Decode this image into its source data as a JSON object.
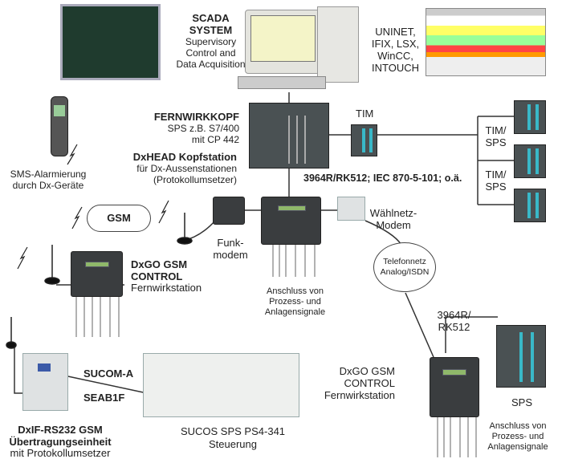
{
  "scada": {
    "title_line1": "SCADA",
    "title_line2": "SYSTEM",
    "desc_line1": "Supervisory",
    "desc_line2": "Control and",
    "desc_line3": "Data Acquisition"
  },
  "software": {
    "line1": "UNINET,",
    "line2": "IFIX, LSX,",
    "line3": "WinCC,",
    "line4": "INTOUCH"
  },
  "sms": {
    "line1": "SMS-Alarmierung",
    "line2": "durch Dx-Geräte"
  },
  "fernwirkkopf": {
    "title": "FERNWIRKKOPF",
    "line1": "SPS z.B. S7/400",
    "line2": "mit CP 442"
  },
  "dxhead": {
    "title": "DxHEAD Kopfstation",
    "line1": "für Dx-Aussenstationen",
    "line2": "(Protokollumsetzer)"
  },
  "tim": {
    "label": "TIM"
  },
  "tim_sps": [
    {
      "line1": "TIM/",
      "line2": "SPS"
    },
    {
      "line1": "TIM/",
      "line2": "SPS"
    }
  ],
  "protocol": {
    "label": "3964R/RK512; IEC 870-5-101; o.ä."
  },
  "gsm": {
    "label": "GSM"
  },
  "funkmodem": {
    "line1": "Funk-",
    "line2": "modem"
  },
  "waehlnetz": {
    "line1": "Wählnetz-",
    "line2": "Modem"
  },
  "telefonnetz": {
    "line1": "Telefonnetz",
    "line2": "Analog/ISDN"
  },
  "dxgo_left": {
    "line1": "DxGO GSM",
    "line2": "CONTROL",
    "line3": "Fernwirkstation"
  },
  "signals_mid": {
    "line1": "Anschluss von",
    "line2": "Prozess- und",
    "line3": "Anlagensignale"
  },
  "rk512": {
    "line1": "3964R/",
    "line2": "RK512"
  },
  "dxgo_right": {
    "line1": "DxGO GSM",
    "line2": "CONTROL",
    "line3": "Fernwirkstation"
  },
  "sps": {
    "label": "SPS"
  },
  "signals_right": {
    "line1": "Anschluss von",
    "line2": "Prozess- und",
    "line3": "Anlagensignale"
  },
  "sucom": {
    "label1": "SUCOM-A",
    "label2": "SEAB1F"
  },
  "sucos": {
    "line1": "SUCOS SPS PS4-341",
    "line2": "Steuerung"
  },
  "dxif": {
    "line1": "DxIF-RS232 GSM",
    "line2": "Übertragungseinheit",
    "line3": "mit Protokollumsetzer"
  }
}
